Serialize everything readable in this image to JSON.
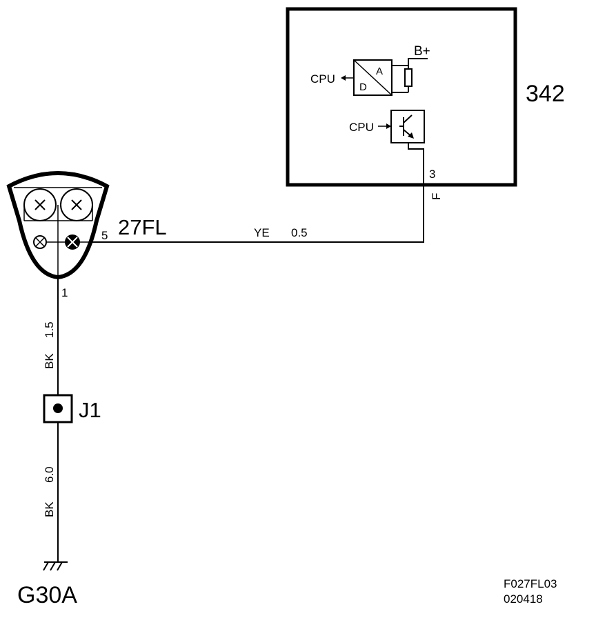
{
  "ecu": {
    "id": "342",
    "supply": "B+",
    "pin": "3",
    "pin_code": "F",
    "adc_label_a": "A",
    "adc_label_d": "D",
    "cpu_out": "CPU",
    "cpu_in": "CPU"
  },
  "lamp": {
    "id": "27FL",
    "pin_out": "5",
    "pin_ground": "1"
  },
  "wire_signal": {
    "color": "YE",
    "gauge": "0.5"
  },
  "wire_ground_upper": {
    "color": "BK",
    "gauge": "1.5"
  },
  "wire_ground_lower": {
    "color": "BK",
    "gauge": "6.0"
  },
  "junction": {
    "id": "J1"
  },
  "ground": {
    "id": "G30A"
  },
  "footer": {
    "code": "F027FL03",
    "date": "020418"
  }
}
